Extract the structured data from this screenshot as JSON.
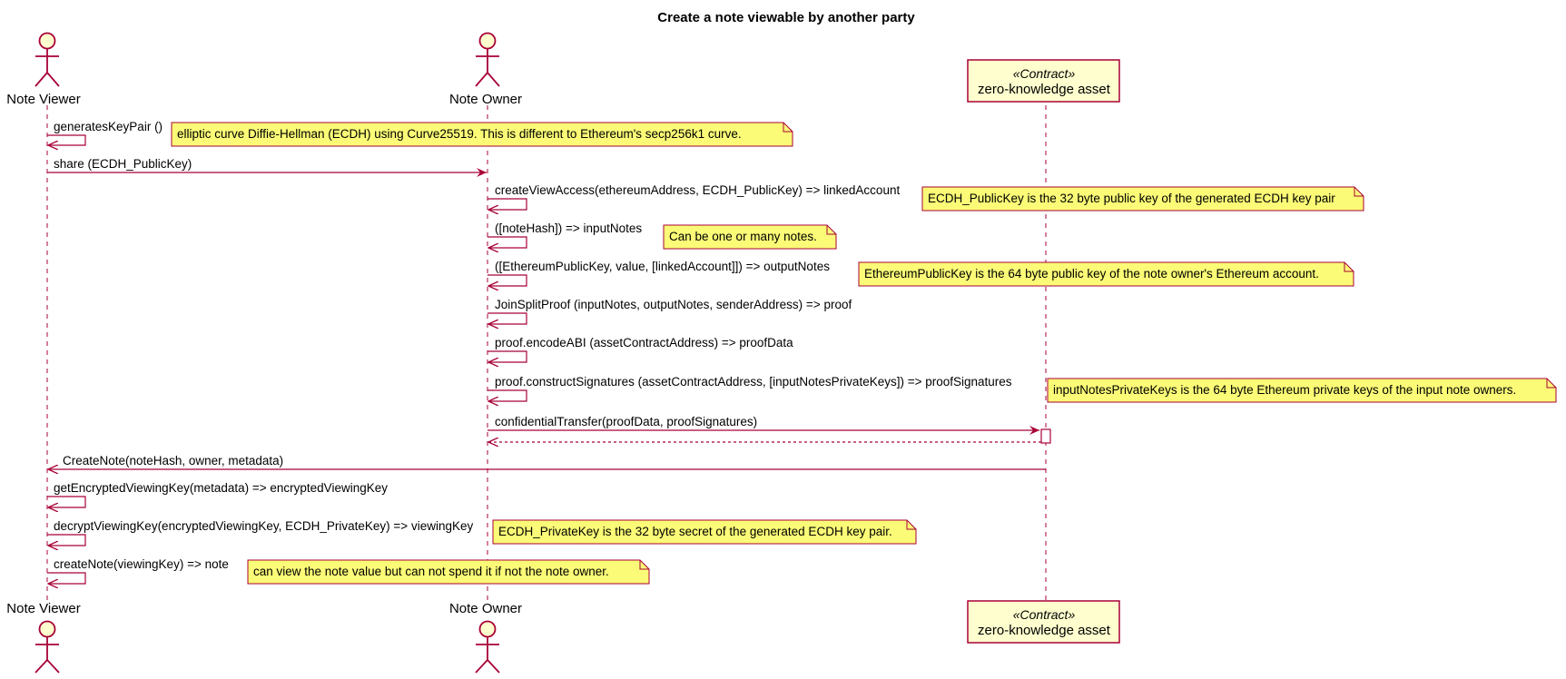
{
  "title": "Create a note viewable by another party",
  "participants": {
    "viewer": {
      "name": "Note Viewer",
      "kind": "actor"
    },
    "owner": {
      "name": "Note Owner",
      "kind": "actor"
    },
    "asset": {
      "name": "zero-knowledge asset",
      "stereotype": "«Contract»",
      "kind": "participant"
    }
  },
  "messages": [
    {
      "from": "viewer",
      "to": "viewer",
      "label": "generatesKeyPair ()"
    },
    {
      "from": "viewer",
      "to": "owner",
      "label": "share (ECDH_PublicKey)"
    },
    {
      "from": "owner",
      "to": "owner",
      "label": "createViewAccess(ethereumAddress, ECDH_PublicKey) => linkedAccount"
    },
    {
      "from": "owner",
      "to": "owner",
      "label": "([noteHash]) => inputNotes"
    },
    {
      "from": "owner",
      "to": "owner",
      "label": "([EthereumPublicKey, value, [linkedAccount]]) => outputNotes"
    },
    {
      "from": "owner",
      "to": "owner",
      "label": "JoinSplitProof (inputNotes, outputNotes, senderAddress) => proof"
    },
    {
      "from": "owner",
      "to": "owner",
      "label": "proof.encodeABI (assetContractAddress) => proofData"
    },
    {
      "from": "owner",
      "to": "owner",
      "label": "proof.constructSignatures (assetContractAddress, [inputNotesPrivateKeys]) => proofSignatures"
    },
    {
      "from": "owner",
      "to": "asset",
      "label": "confidentialTransfer(proofData, proofSignatures)"
    },
    {
      "from": "asset",
      "to": "owner",
      "label": "",
      "style": "dashed"
    },
    {
      "from": "asset",
      "to": "viewer",
      "label": "CreateNote(noteHash, owner, metadata)"
    },
    {
      "from": "viewer",
      "to": "viewer",
      "label": "getEncryptedViewingKey(metadata) => encryptedViewingKey"
    },
    {
      "from": "viewer",
      "to": "viewer",
      "label": "decryptViewingKey(encryptedViewingKey, ECDH_PrivateKey) => viewingKey"
    },
    {
      "from": "viewer",
      "to": "viewer",
      "label": "createNote(viewingKey) => note"
    }
  ],
  "notes": [
    {
      "text": "elliptic curve Diffie-Hellman (ECDH) using Curve25519. This is different to Ethereum's secp256k1 curve."
    },
    {
      "text": "ECDH_PublicKey is the 32 byte public key of the generated ECDH key pair"
    },
    {
      "text": "Can be one or many notes."
    },
    {
      "text": "EthereumPublicKey is the 64 byte public key of the note owner's Ethereum account."
    },
    {
      "text": "inputNotesPrivateKeys is the 64 byte Ethereum private keys of the input note owners."
    },
    {
      "text": "ECDH_PrivateKey is the 32 byte secret of the generated ECDH key pair."
    },
    {
      "text": "can view the note value but can not spend it if not the note owner."
    }
  ],
  "colors": {
    "line": "#A80036",
    "participant_fill": "#FEFECE",
    "note_fill": "#FBFB77",
    "note_border": "#A80036"
  }
}
